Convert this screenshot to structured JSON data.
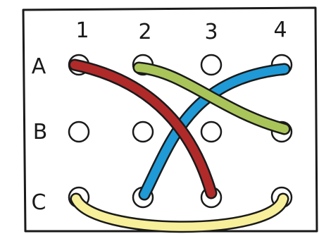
{
  "columns": [
    "1",
    "2",
    "3",
    "4"
  ],
  "rows": [
    "A",
    "B",
    "C"
  ],
  "colors": {
    "board_outline": "#1a1a1a",
    "hole_fill": "#ffffff",
    "hole_stroke": "#1a1a1a",
    "wire_outline": "#1a1a1a"
  },
  "wires": [
    {
      "id": "red",
      "color": "#b02a2a",
      "from": "A1",
      "to": "C3"
    },
    {
      "id": "blue",
      "color": "#1f9ad6",
      "from": "C2",
      "to": "A4"
    },
    {
      "id": "green",
      "color": "#a9c55a",
      "from": "A2",
      "to": "B4"
    },
    {
      "id": "yellow",
      "color": "#f7ef9a",
      "from": "C1",
      "to": "C4"
    }
  ]
}
